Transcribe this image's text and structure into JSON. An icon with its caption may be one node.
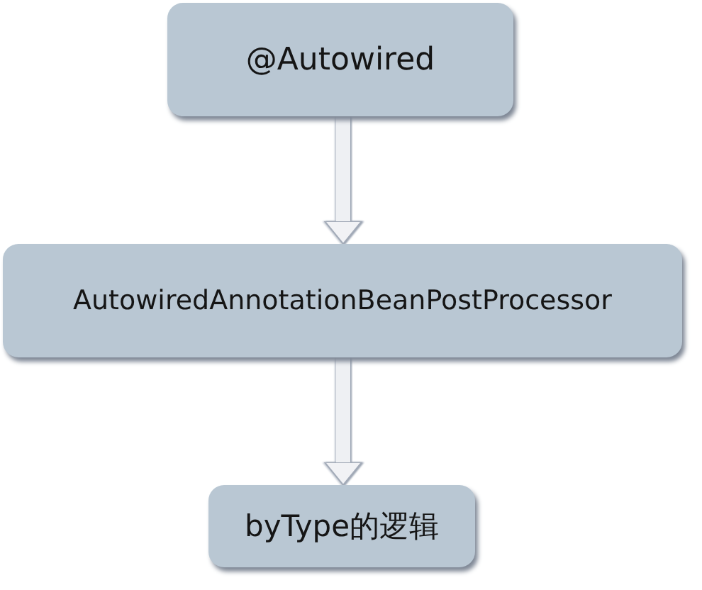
{
  "diagram": {
    "nodes": [
      {
        "text": [
          "@Autowired"
        ]
      },
      {
        "text": [
          "AutowiredAnnotationBeanPostProcessor"
        ]
      },
      {
        "text": [
          "byType的逻辑"
        ]
      }
    ],
    "edges": [
      {
        "from": 0,
        "to": 1,
        "arrow": "to"
      },
      {
        "from": 1,
        "to": 2,
        "arrow": "to"
      }
    ]
  }
}
